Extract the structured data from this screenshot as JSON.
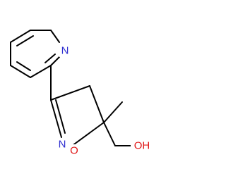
{
  "molecule": {
    "atoms": {
      "pyridine_n": {
        "symbol": "N",
        "color": "#2f2fd0"
      },
      "ring_n": {
        "symbol": "N",
        "color": "#2f2fd0"
      },
      "ring_o": {
        "symbol": "O",
        "color": "#e01818"
      },
      "hydroxyl": {
        "symbol": "OH",
        "color": "#e01818"
      }
    },
    "bond_color": "#000000"
  }
}
